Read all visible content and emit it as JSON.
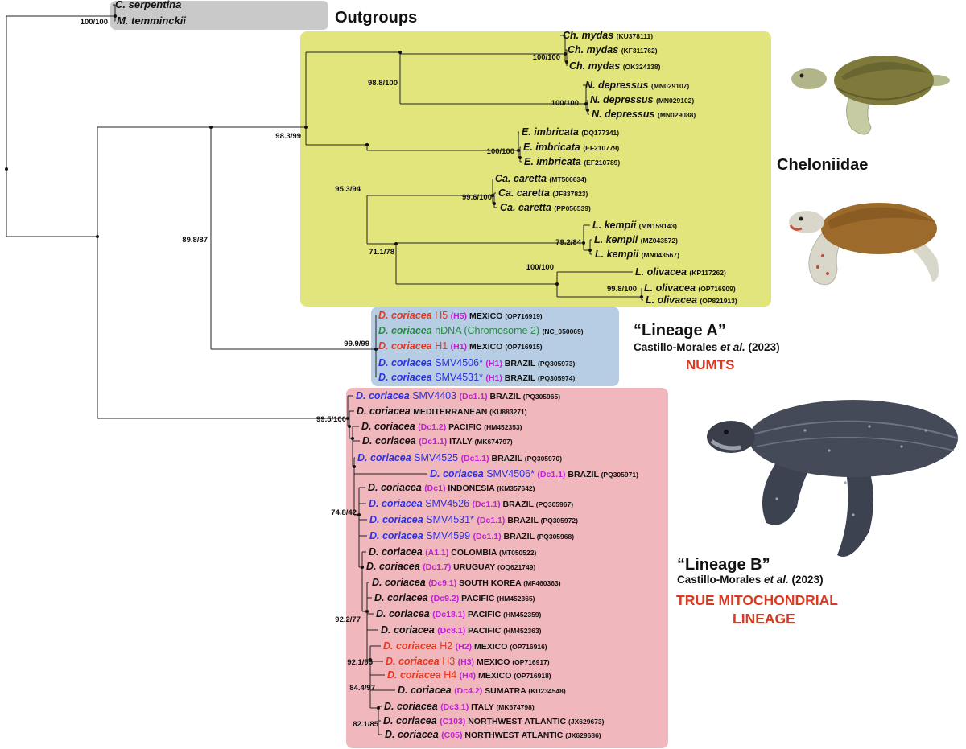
{
  "colors": {
    "outgroup_bg": "#c9c9c9",
    "cheloniidae_bg": "#e2e57c",
    "lineage_a_bg": "#b6cde4",
    "lineage_b_bg": "#f0b8bd",
    "red": "#e8361f",
    "blue": "#2c31e6",
    "green": "#2a8a46",
    "magenta": "#c21fd6",
    "label_red": "#d93a22",
    "branch": "#222222"
  },
  "labels": {
    "outgroups": "Outgroups",
    "cheloniidae": "Cheloniidae",
    "lineage_a": "“Lineage A”",
    "lineage_b": "“Lineage B”",
    "citation_author": "Castillo-Morales ",
    "citation_etal": "et al.",
    "citation_year": " (2023)",
    "numts": "NUMTS",
    "true_mito_1": "TRUE MITOCHONDRIAL",
    "true_mito_2": "LINEAGE"
  },
  "supports": [
    "100/100",
    "100/100",
    "98.8/100",
    "100/100",
    "98.3/99",
    "100/100",
    "95.3/94",
    "99.6/100",
    "79.2/84",
    "71.1/78",
    "100/100",
    "99.8/100",
    "89.8/87",
    "99.9/99",
    "99.5/100",
    "74.8/42",
    "92.2/77",
    "92.1/95",
    "84.4/97",
    "82.1/85"
  ],
  "tips": [
    {
      "sp": "C. serpentina",
      "name": "",
      "hap": "",
      "loc": "",
      "acc": "",
      "c": "black"
    },
    {
      "sp": "M. temminckii",
      "name": "",
      "hap": "",
      "loc": "",
      "acc": "",
      "c": "black"
    },
    {
      "sp": "Ch. mydas",
      "name": "",
      "hap": "",
      "loc": "",
      "acc": "(KU378111)",
      "c": "black"
    },
    {
      "sp": "Ch. mydas",
      "name": "",
      "hap": "",
      "loc": "",
      "acc": "(KF311762)",
      "c": "black"
    },
    {
      "sp": "Ch. mydas",
      "name": "",
      "hap": "",
      "loc": "",
      "acc": "(OK324138)",
      "c": "black"
    },
    {
      "sp": "N. depressus",
      "name": "",
      "hap": "",
      "loc": "",
      "acc": "(MN029107)",
      "c": "black"
    },
    {
      "sp": "N. depressus",
      "name": "",
      "hap": "",
      "loc": "",
      "acc": "(MN029102)",
      "c": "black"
    },
    {
      "sp": "N. depressus",
      "name": "",
      "hap": "",
      "loc": "",
      "acc": "(MN029088)",
      "c": "black"
    },
    {
      "sp": "E. imbricata",
      "name": "",
      "hap": "",
      "loc": "",
      "acc": "(DQ177341)",
      "c": "black"
    },
    {
      "sp": "E. imbricata",
      "name": "",
      "hap": "",
      "loc": "",
      "acc": "(EF210779)",
      "c": "black"
    },
    {
      "sp": "E. imbricata",
      "name": "",
      "hap": "",
      "loc": "",
      "acc": "(EF210789)",
      "c": "black"
    },
    {
      "sp": "Ca. caretta",
      "name": "",
      "hap": "",
      "loc": "",
      "acc": "(MT506634)",
      "c": "black"
    },
    {
      "sp": "Ca. caretta",
      "name": "",
      "hap": "",
      "loc": "",
      "acc": "(JF837823)",
      "c": "black"
    },
    {
      "sp": "Ca. caretta",
      "name": "",
      "hap": "",
      "loc": "",
      "acc": "(PP056539)",
      "c": "black"
    },
    {
      "sp": "L. kempii",
      "name": "",
      "hap": "",
      "loc": "",
      "acc": "(MN159143)",
      "c": "black"
    },
    {
      "sp": "L. kempii",
      "name": "",
      "hap": "",
      "loc": "",
      "acc": "(MZ043572)",
      "c": "black"
    },
    {
      "sp": "L. kempii",
      "name": "",
      "hap": "",
      "loc": "",
      "acc": "(MN043567)",
      "c": "black"
    },
    {
      "sp": "L. olivacea",
      "name": "",
      "hap": "",
      "loc": "",
      "acc": "(KP117262)",
      "c": "black"
    },
    {
      "sp": "L. olivacea",
      "name": "",
      "hap": "",
      "loc": "",
      "acc": "(OP716909)",
      "c": "black"
    },
    {
      "sp": "L. olivacea",
      "name": "",
      "hap": "",
      "loc": "",
      "acc": "(OP821913)",
      "c": "black"
    },
    {
      "sp": "D. coriacea",
      "name": "H5",
      "hap": "(H5)",
      "loc": "MEXICO",
      "acc": "(OP716919)",
      "c": "red"
    },
    {
      "sp": "D. coriacea",
      "name": "nDNA (Chromosome 2)",
      "hap": "",
      "loc": "",
      "acc": "(NC_050069)",
      "c": "green"
    },
    {
      "sp": "D. coriacea",
      "name": "H1",
      "hap": "(H1)",
      "loc": "MEXICO",
      "acc": "(OP716915)",
      "c": "red"
    },
    {
      "sp": "D. coriacea",
      "name": "SMV4506*",
      "hap": "(H1)",
      "loc": "BRAZIL",
      "acc": "(PQ305973)",
      "c": "blue"
    },
    {
      "sp": "D. coriacea",
      "name": "SMV4531*",
      "hap": "(H1)",
      "loc": "BRAZIL",
      "acc": "(PQ305974)",
      "c": "blue"
    },
    {
      "sp": "D. coriacea",
      "name": "SMV4403",
      "hap": "(Dc1.1)",
      "loc": "BRAZIL",
      "acc": "(PQ305965)",
      "c": "blue"
    },
    {
      "sp": "D. coriacea",
      "name": "",
      "hap": "",
      "loc": "MEDITERRANEAN",
      "acc": "(KU883271)",
      "c": "black"
    },
    {
      "sp": "D. coriacea",
      "name": "",
      "hap": "(Dc1.2)",
      "loc": "PACIFIC",
      "acc": "(HM452353)",
      "c": "black"
    },
    {
      "sp": "D. coriacea",
      "name": "",
      "hap": "(Dc1.1)",
      "loc": "ITALY",
      "acc": "(MK674797)",
      "c": "black"
    },
    {
      "sp": "D. coriacea",
      "name": "SMV4525",
      "hap": "(Dc1.1)",
      "loc": "BRAZIL",
      "acc": "(PQ305970)",
      "c": "blue"
    },
    {
      "sp": "D. coriacea",
      "name": "SMV4506*",
      "hap": "(Dc1.1)",
      "loc": "BRAZIL",
      "acc": "(PQ305971)",
      "c": "blue"
    },
    {
      "sp": "D. coriacea",
      "name": "",
      "hap": "(Dc1)",
      "loc": "INDONESIA",
      "acc": "(KM357642)",
      "c": "black"
    },
    {
      "sp": "D. coriacea",
      "name": "SMV4526",
      "hap": "(Dc1.1)",
      "loc": "BRAZIL",
      "acc": "(PQ305967)",
      "c": "blue"
    },
    {
      "sp": "D. coriacea",
      "name": "SMV4531*",
      "hap": "(Dc1.1)",
      "loc": "BRAZIL",
      "acc": "(PQ305972)",
      "c": "blue"
    },
    {
      "sp": "D. coriacea",
      "name": "SMV4599",
      "hap": "(Dc1.1)",
      "loc": "BRAZIL",
      "acc": "(PQ305968)",
      "c": "blue"
    },
    {
      "sp": "D. coriacea",
      "name": "",
      "hap": "(A1.1)",
      "loc": "COLOMBIA",
      "acc": "(MT050522)",
      "c": "black"
    },
    {
      "sp": "D. coriacea",
      "name": "",
      "hap": "(Dc1.7)",
      "loc": "URUGUAY",
      "acc": "(OQ621749)",
      "c": "black"
    },
    {
      "sp": "D. coriacea",
      "name": "",
      "hap": "(Dc9.1)",
      "loc": "SOUTH KOREA",
      "acc": "(MF460363)",
      "c": "black"
    },
    {
      "sp": "D. coriacea",
      "name": "",
      "hap": "(Dc9.2)",
      "loc": "PACIFIC",
      "acc": "(HM452365)",
      "c": "black"
    },
    {
      "sp": "D. coriacea",
      "name": "",
      "hap": "(Dc18.1)",
      "loc": "PACIFIC",
      "acc": "(HM452359)",
      "c": "black"
    },
    {
      "sp": "D. coriacea",
      "name": "",
      "hap": "(Dc8.1)",
      "loc": "PACIFIC",
      "acc": "(HM452363)",
      "c": "black"
    },
    {
      "sp": "D. coriacea",
      "name": "H2",
      "hap": "(H2)",
      "loc": "MEXICO",
      "acc": "(OP716916)",
      "c": "red"
    },
    {
      "sp": "D. coriacea",
      "name": "H3",
      "hap": "(H3)",
      "loc": "MEXICO",
      "acc": "(OP716917)",
      "c": "red"
    },
    {
      "sp": "D. coriacea",
      "name": "H4",
      "hap": "(H4)",
      "loc": "MEXICO",
      "acc": "(OP716918)",
      "c": "red"
    },
    {
      "sp": "D. coriacea",
      "name": "",
      "hap": "(Dc4.2)",
      "loc": "SUMATRA",
      "acc": "(KU234548)",
      "c": "black"
    },
    {
      "sp": "D. coriacea",
      "name": "",
      "hap": "(Dc3.1)",
      "loc": "ITALY",
      "acc": "(MK674798)",
      "c": "black"
    },
    {
      "sp": "D. coriacea",
      "name": "",
      "hap": "(C103)",
      "loc": "NORTHWEST ATLANTIC",
      "acc": "(JX629673)",
      "c": "black"
    },
    {
      "sp": "D. coriacea",
      "name": "",
      "hap": "(C05)",
      "loc": "NORTHWEST ATLANTIC",
      "acc": "(JX629686)",
      "c": "black"
    }
  ]
}
